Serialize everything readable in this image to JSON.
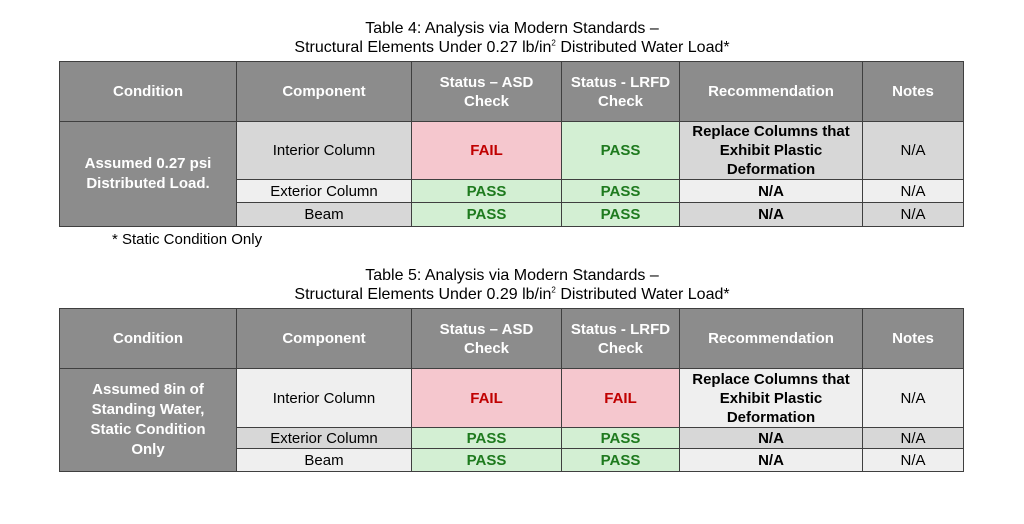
{
  "table4": {
    "caption_line1": "Table 4: Analysis via Modern Standards  –",
    "caption_line2_pre": "Structural Elements Under 0.27 lb/in",
    "caption_line2_sup": "2",
    "caption_line2_post": " Distributed Water Load*",
    "headers": [
      "Condition",
      "Component",
      "Status – ASD Check",
      "Status - LRFD Check",
      "Recommendation",
      "Notes"
    ],
    "condition": "Assumed 0.27 psi Distributed Load.",
    "rows": [
      {
        "component": "Interior Column",
        "asd": "FAIL",
        "lrfd": "PASS",
        "recommendation": "Replace Columns that Exhibit Plastic Deformation",
        "notes": "N/A"
      },
      {
        "component": "Exterior Column",
        "asd": "PASS",
        "lrfd": "PASS",
        "recommendation": "N/A",
        "notes": "N/A"
      },
      {
        "component": "Beam",
        "asd": "PASS",
        "lrfd": "PASS",
        "recommendation": "N/A",
        "notes": "N/A"
      }
    ],
    "footnote": "* Static Condition Only"
  },
  "table5": {
    "caption_line1": "Table 5: Analysis via Modern Standards –",
    "caption_line2_pre": "Structural Elements Under 0.29 lb/in",
    "caption_line2_sup": "2",
    "caption_line2_post": " Distributed Water Load*",
    "headers": [
      "Condition",
      "Component",
      "Status – ASD Check",
      "Status - LRFD Check",
      "Recommendation",
      "Notes"
    ],
    "condition": "Assumed 8in of Standing Water, Static Condition Only",
    "rows": [
      {
        "component": "Interior Column",
        "asd": "FAIL",
        "lrfd": "FAIL",
        "recommendation": "Replace Columns that Exhibit Plastic Deformation",
        "notes": "N/A"
      },
      {
        "component": "Exterior Column",
        "asd": "PASS",
        "lrfd": "PASS",
        "recommendation": "N/A",
        "notes": "N/A"
      },
      {
        "component": "Beam",
        "asd": "PASS",
        "lrfd": "PASS",
        "recommendation": "N/A",
        "notes": "N/A"
      }
    ]
  }
}
